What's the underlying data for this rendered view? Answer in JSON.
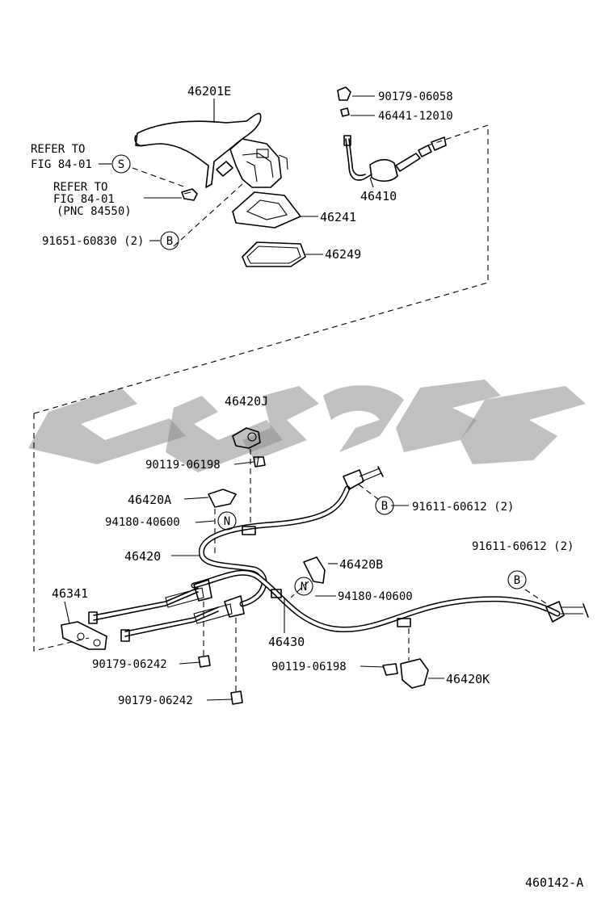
{
  "diagram": {
    "figure_id": "460142-A",
    "watermark_text": "ᑕᒋᑫᑕ",
    "parts": {
      "p46201E": "46201E",
      "p90179_06058": "90179-06058",
      "p46441_12010": "46441-12010",
      "p46410": "46410",
      "p46241": "46241",
      "p46249": "46249",
      "p91651_60830": "91651-60830 (2)",
      "p46420J": "46420J",
      "p90119_06198a": "90119-06198",
      "p46420A": "46420A",
      "p94180_40600a": "94180-40600",
      "p91611_60612a": "91611-60612 (2)",
      "p46420": "46420",
      "p46420B": "46420B",
      "p91611_60612b": "91611-60612 (2)",
      "p94180_40600b": "94180-40600",
      "p46341": "46341",
      "p46430": "46430",
      "p90179_06242a": "90179-06242",
      "p90119_06198b": "90119-06198",
      "p46420K": "46420K",
      "p90179_06242b": "90179-06242"
    },
    "refs": {
      "ref1_line1": "REFER TO",
      "ref1_line2": "FIG 84-01",
      "ref2_line1": "REFER TO",
      "ref2_line2": "FIG 84-01",
      "ref2_line3": "(PNC 84550)"
    },
    "symbols": {
      "S": "S",
      "B": "B",
      "N": "N"
    }
  }
}
